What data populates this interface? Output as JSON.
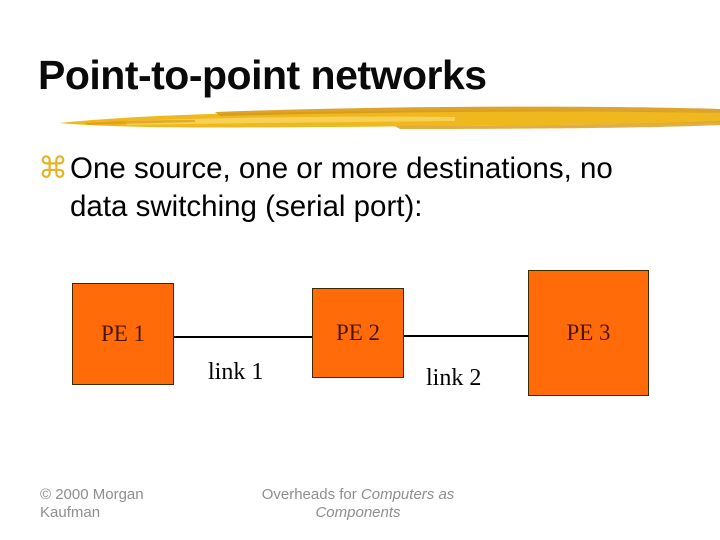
{
  "slide": {
    "title": "Point-to-point networks",
    "bullet": {
      "icon": "⌘",
      "line1": "One source, one or more destinations, no",
      "line2": "data switching (serial port):"
    },
    "diagram": {
      "nodes": [
        {
          "id": "pe1",
          "label": "PE 1"
        },
        {
          "id": "pe2",
          "label": "PE 2"
        },
        {
          "id": "pe3",
          "label": "PE 3"
        }
      ],
      "links": [
        {
          "id": "link1",
          "label": "link 1"
        },
        {
          "id": "link2",
          "label": "link 2"
        }
      ]
    },
    "footer": {
      "left_line1": "© 2000 Morgan",
      "left_line2": "Kaufman",
      "center_prefix": "Overheads for ",
      "center_title_italic": "Computers as Components"
    },
    "colors": {
      "title_text": "#0A0A0A",
      "bullet_gold": "#E3B425",
      "brush_gold": "#F0B81F",
      "brush_dark": "#D89A15",
      "brush_light": "#F7D35C",
      "node_fill": "#FF6B08",
      "node_border": "#3B2B00",
      "node_label_text": "#4C1503",
      "link_line": "#000000",
      "footer_gray": "#8E8E8E"
    }
  }
}
